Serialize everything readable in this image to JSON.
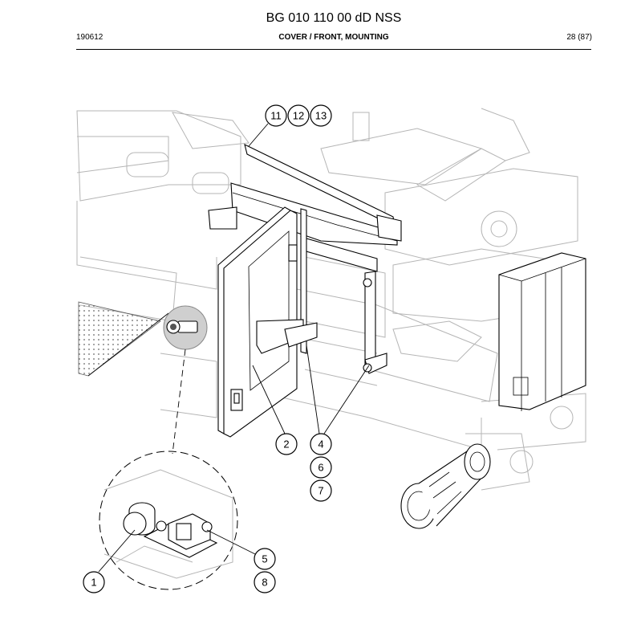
{
  "header": {
    "title": "BG 010 110 00 dD NSS",
    "doc_number": "190612",
    "subtitle": "COVER / FRONT, MOUNTING",
    "page": "28 (87)"
  },
  "callouts": {
    "c1": "1",
    "c2": "2",
    "c4": "4",
    "c5": "5",
    "c6": "6",
    "c7": "7",
    "c8": "8",
    "c11": "11",
    "c12": "12",
    "c13": "13"
  }
}
